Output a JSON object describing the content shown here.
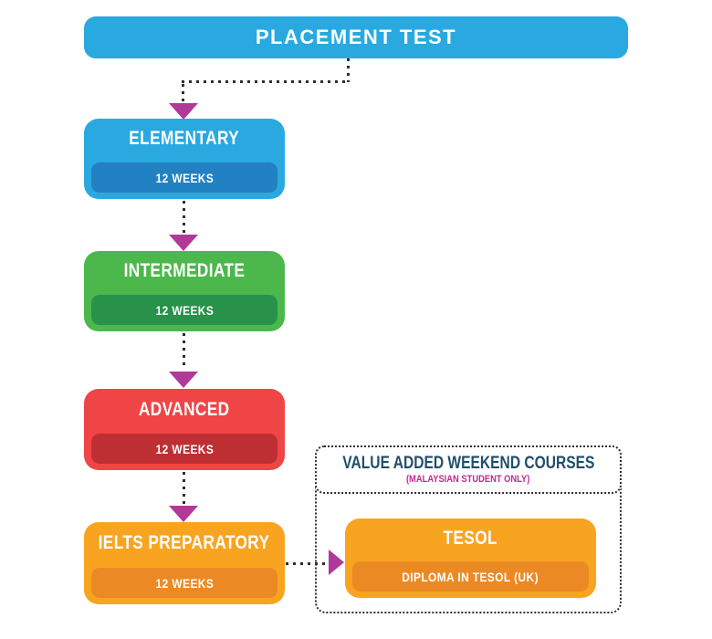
{
  "banner": {
    "label": "PLACEMENT TEST"
  },
  "levels": [
    {
      "id": "elementary",
      "label": "ELEMENTARY",
      "duration": "12 WEEKS",
      "color": "#29A9E0",
      "band_color": "#2181C2"
    },
    {
      "id": "intermediate",
      "label": "INTERMEDIATE",
      "duration": "12 WEEKS",
      "color": "#4CB84C",
      "band_color": "#28914A"
    },
    {
      "id": "advanced",
      "label": "ADVANCED",
      "duration": "12 WEEKS",
      "color": "#EF4546",
      "band_color": "#BE2F33"
    },
    {
      "id": "ielts",
      "label": "IELTS PREPARATORY",
      "duration": "12 WEEKS",
      "color": "#F8A421",
      "band_color": "#EB8A24"
    }
  ],
  "weekend": {
    "title": "VALUE ADDED WEEKEND COURSES",
    "subtitle": "(MALAYSIAN STUDENT ONLY)",
    "course": {
      "label": "TESOL",
      "sub_label": "DIPLOMA IN TESOL (UK)",
      "color": "#F8A421",
      "band_color": "#EB8A24"
    }
  },
  "colors": {
    "arrow": "#B13997",
    "dotted_line": "#2E2E2E",
    "weekend_title": "#1F4E6B",
    "weekend_subtitle": "#C12A90",
    "banner": "#29A9E0"
  }
}
